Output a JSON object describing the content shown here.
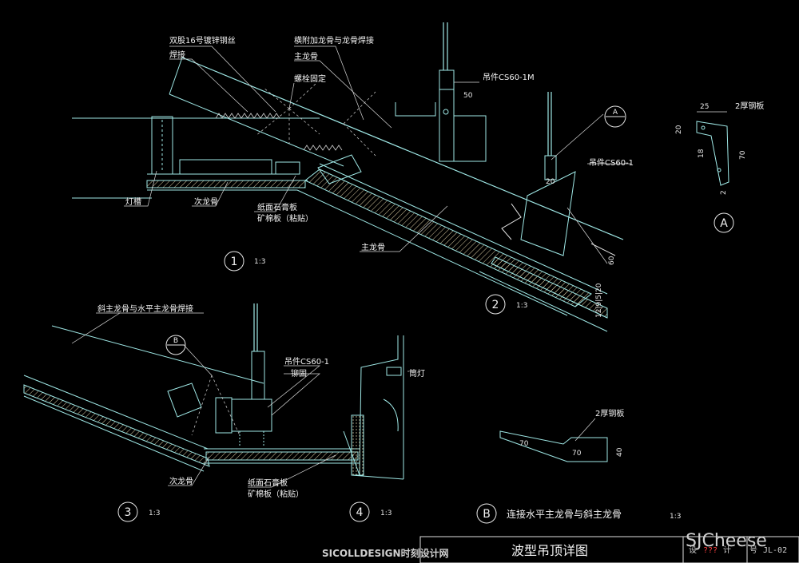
{
  "labels": {
    "wire": "双股16号镀锌钢丝",
    "weld": "焊接",
    "bolt": "螺栓固定",
    "cross_runner_weld": "横附加龙骨与龙骨焊接",
    "main_runner_top": "主龙骨",
    "hanger_1m": "吊件CS60-1M",
    "dim_50": "50",
    "light_trough": "灯槽",
    "sub_runner_1": "次龙骨",
    "gypsum_1": "纸面石膏板",
    "mineral_1": "矿棉板（粘贴）",
    "main_runner_mid": "主龙骨",
    "hanger_1_a": "吊件CS60-1",
    "dim_20": "20",
    "dim_60": "60",
    "dim_small": "12|9|5|20",
    "slant_weld": "斜主龙骨与水平主龙骨焊接",
    "hanger_1_b": "吊件CS60-1",
    "rivet": "铆固",
    "downlight": "筒灯",
    "sub_runner_3": "次龙骨",
    "gypsum_3": "纸面石膏板",
    "mineral_3": "矿棉板（粘贴）",
    "steel_plate_a": "2厚钢板",
    "dim_25": "25",
    "dim_20a": "20",
    "dim_18": "18",
    "dim_70a": "70",
    "dim_2": "2",
    "steel_plate_b": "2厚钢板",
    "dim_70b1": "70",
    "dim_70b2": "70",
    "dim_40": "40"
  },
  "markers": {
    "m1": "1",
    "m2": "2",
    "m3": "3",
    "m4": "4",
    "mA": "A",
    "mB": "B",
    "tagA_top": "A",
    "tagA_bot": "—",
    "tagB_top": "B",
    "tagB_bot": "—"
  },
  "scales": {
    "s1": "1:3",
    "s2": "1:3",
    "s3": "1:3",
    "s4": "1:3",
    "sB": "1:3"
  },
  "captions": {
    "B": "连接水平主龙骨与斜主龙骨"
  },
  "title_block": {
    "title": "波型吊顶详图",
    "cell_1": "设",
    "cell_2": "???",
    "cell_3": "计",
    "cell_4": "号",
    "sheet_no": "JL-02"
  },
  "watermarks": {
    "left": "SICOLLDESIGN时刻设计网",
    "right": "SJCheese"
  },
  "colors": {
    "background": "#000000",
    "linework": "#9fe8e6",
    "text": "#f2f2f2",
    "leader": "#d8d8d8",
    "insulation": "#d6c8a0"
  }
}
